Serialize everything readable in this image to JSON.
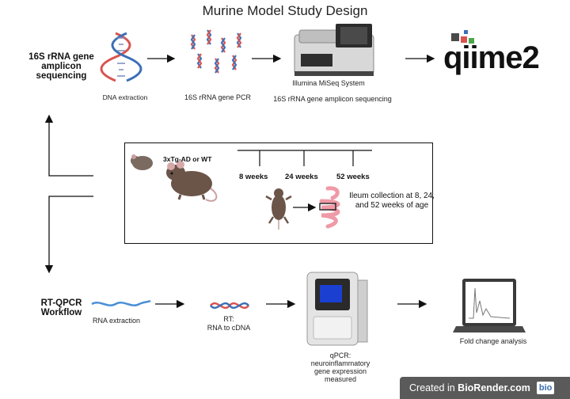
{
  "title": "Murine Model Study Design",
  "sections": {
    "sequencing_label": "16S rRNA gene amplicon sequencing",
    "qpcr_label": "RT-QPCR Workflow"
  },
  "sequencing_steps": {
    "dna_extraction": "DNA extraction",
    "pcr": "16S rRNA gene PCR",
    "instrument": "Illumina MiSeq System",
    "sequencing": "16S rRNA gene amplicon sequencing",
    "analysis_logo": "qiime2"
  },
  "study_box": {
    "mouse_label": "3xTg-AD or WT",
    "timepoints": [
      "8 weeks",
      "24 weeks",
      "52 weeks"
    ],
    "collection": "Ileum collection at 8, 24, and 52 weeks of age"
  },
  "qpcr_steps": {
    "rna_extraction": "RNA extraction",
    "rt_line1": "RT:",
    "rt_line2": "RNA to cDNA",
    "qpcr_line1": "qPCR:",
    "qpcr_line2": "neuroinflammatory",
    "qpcr_line3": "gene expression",
    "qpcr_line4": "measured",
    "fold_change": "Fold change analysis"
  },
  "footer": {
    "created_in": "Created in",
    "brand": "BioRender.com",
    "badge": "bio"
  },
  "colors": {
    "dna_red": "#d9534f",
    "dna_blue": "#3b6fb6",
    "rna_blue": "#4a8fd6",
    "mouse_brown": "#6b5448",
    "intestine_pink": "#ef9aa6",
    "screen_blue": "#1b3fd1"
  }
}
